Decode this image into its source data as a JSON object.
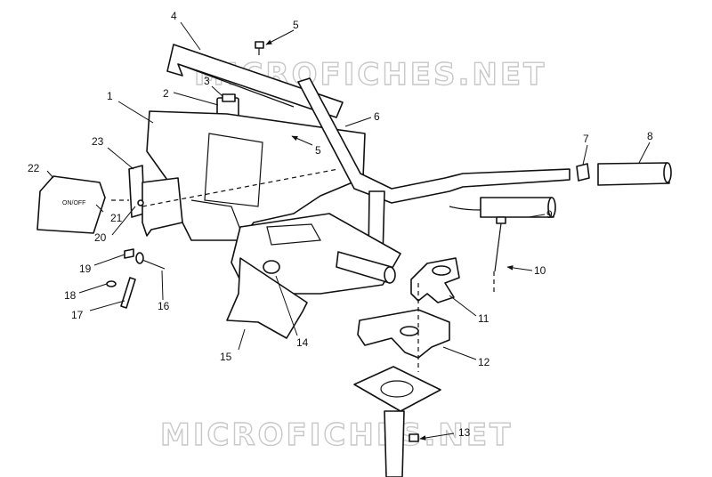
{
  "diagram": {
    "watermark": "MICROFICHES.NET",
    "switch_label": "ON/OFF",
    "callouts": [
      "1",
      "2",
      "3",
      "4",
      "5",
      "5",
      "6",
      "7",
      "8",
      "9",
      "10",
      "11",
      "12",
      "13",
      "14",
      "15",
      "16",
      "17",
      "18",
      "19",
      "20",
      "21",
      "22",
      "23"
    ]
  }
}
